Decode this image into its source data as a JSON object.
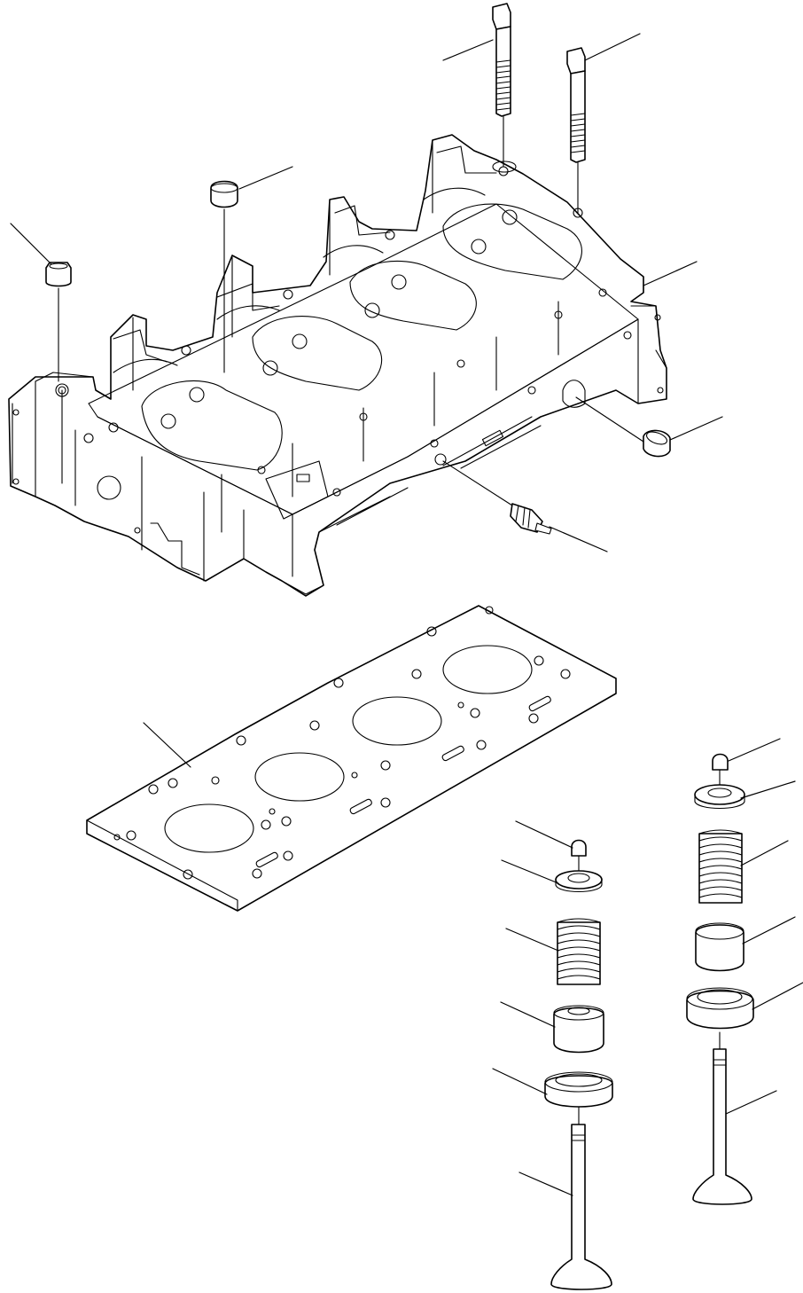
{
  "diagram": {
    "kind": "exploded-parts-view",
    "parts": [
      {
        "name": "cylinder-head"
      },
      {
        "name": "head-gasket"
      },
      {
        "name": "head-bolt-long"
      },
      {
        "name": "head-bolt-short"
      },
      {
        "name": "plug-cap"
      },
      {
        "name": "sleeve-nut"
      },
      {
        "name": "cap-nut"
      },
      {
        "name": "temperature-sender"
      },
      {
        "name": "intake-valve-assembly"
      },
      {
        "name": "exhaust-valve-assembly"
      }
    ],
    "callouts_labeled": false
  }
}
